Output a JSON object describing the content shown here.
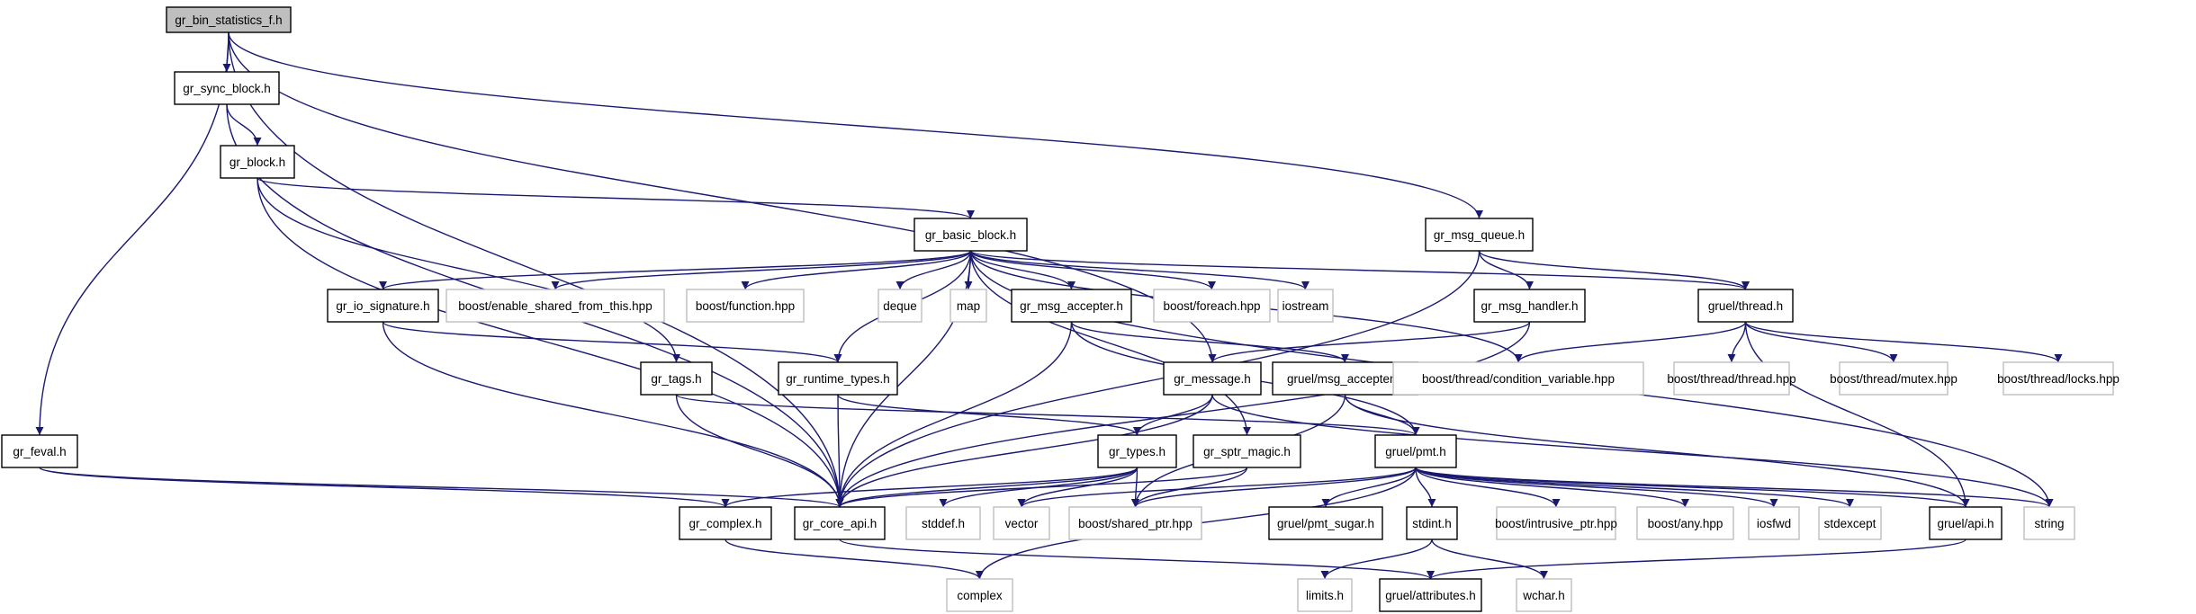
{
  "graph": {
    "edge_color": "#191970",
    "root_fill": "#bfbfbf",
    "external_stroke": "#bfbfbf",
    "nodes": [
      {
        "id": "root",
        "label": "gr_bin_statistics_f.h",
        "kind": "root"
      },
      {
        "id": "sync",
        "label": "gr_sync_block.h",
        "kind": "local"
      },
      {
        "id": "block",
        "label": "gr_block.h",
        "kind": "local"
      },
      {
        "id": "basic",
        "label": "gr_basic_block.h",
        "kind": "local"
      },
      {
        "id": "msgq",
        "label": "gr_msg_queue.h",
        "kind": "local"
      },
      {
        "id": "iosig",
        "label": "gr_io_signature.h",
        "kind": "local"
      },
      {
        "id": "enable",
        "label": "boost/enable_shared_from_this.hpp",
        "kind": "external"
      },
      {
        "id": "function",
        "label": "boost/function.hpp",
        "kind": "external"
      },
      {
        "id": "deque",
        "label": "deque",
        "kind": "external"
      },
      {
        "id": "map",
        "label": "map",
        "kind": "external"
      },
      {
        "id": "accepter",
        "label": "gr_msg_accepter.h",
        "kind": "local"
      },
      {
        "id": "foreach",
        "label": "boost/foreach.hpp",
        "kind": "external"
      },
      {
        "id": "iostream",
        "label": "iostream",
        "kind": "external"
      },
      {
        "id": "handler",
        "label": "gr_msg_handler.h",
        "kind": "local"
      },
      {
        "id": "thread",
        "label": "gruel/thread.h",
        "kind": "local"
      },
      {
        "id": "tags",
        "label": "gr_tags.h",
        "kind": "local"
      },
      {
        "id": "runtime",
        "label": "gr_runtime_types.h",
        "kind": "local"
      },
      {
        "id": "message",
        "label": "gr_message.h",
        "kind": "local"
      },
      {
        "id": "gaccepter",
        "label": "gruel/msg_accepter.h",
        "kind": "local"
      },
      {
        "id": "condvar",
        "label": "boost/thread/condition_variable.hpp",
        "kind": "external"
      },
      {
        "id": "bthread",
        "label": "boost/thread/thread.hpp",
        "kind": "external"
      },
      {
        "id": "mutex",
        "label": "boost/thread/mutex.hpp",
        "kind": "external"
      },
      {
        "id": "locks",
        "label": "boost/thread/locks.hpp",
        "kind": "external"
      },
      {
        "id": "feval",
        "label": "gr_feval.h",
        "kind": "local"
      },
      {
        "id": "types",
        "label": "gr_types.h",
        "kind": "local"
      },
      {
        "id": "sptr",
        "label": "gr_sptr_magic.h",
        "kind": "local"
      },
      {
        "id": "pmt",
        "label": "gruel/pmt.h",
        "kind": "local"
      },
      {
        "id": "complexh",
        "label": "gr_complex.h",
        "kind": "local"
      },
      {
        "id": "coreapi",
        "label": "gr_core_api.h",
        "kind": "local"
      },
      {
        "id": "stddef",
        "label": "stddef.h",
        "kind": "external"
      },
      {
        "id": "vector",
        "label": "vector",
        "kind": "external"
      },
      {
        "id": "shared",
        "label": "boost/shared_ptr.hpp",
        "kind": "external"
      },
      {
        "id": "pmtsugar",
        "label": "gruel/pmt_sugar.h",
        "kind": "local"
      },
      {
        "id": "stdint",
        "label": "stdint.h",
        "kind": "local"
      },
      {
        "id": "intrusive",
        "label": "boost/intrusive_ptr.hpp",
        "kind": "external"
      },
      {
        "id": "any",
        "label": "boost/any.hpp",
        "kind": "external"
      },
      {
        "id": "iosfwd",
        "label": "iosfwd",
        "kind": "external"
      },
      {
        "id": "stdexcept",
        "label": "stdexcept",
        "kind": "external"
      },
      {
        "id": "gapi",
        "label": "gruel/api.h",
        "kind": "local"
      },
      {
        "id": "string",
        "label": "string",
        "kind": "external"
      },
      {
        "id": "complex",
        "label": "complex",
        "kind": "external"
      },
      {
        "id": "limits",
        "label": "limits.h",
        "kind": "external"
      },
      {
        "id": "attrs",
        "label": "gruel/attributes.h",
        "kind": "local"
      },
      {
        "id": "wchar",
        "label": "wchar.h",
        "kind": "external"
      }
    ]
  }
}
